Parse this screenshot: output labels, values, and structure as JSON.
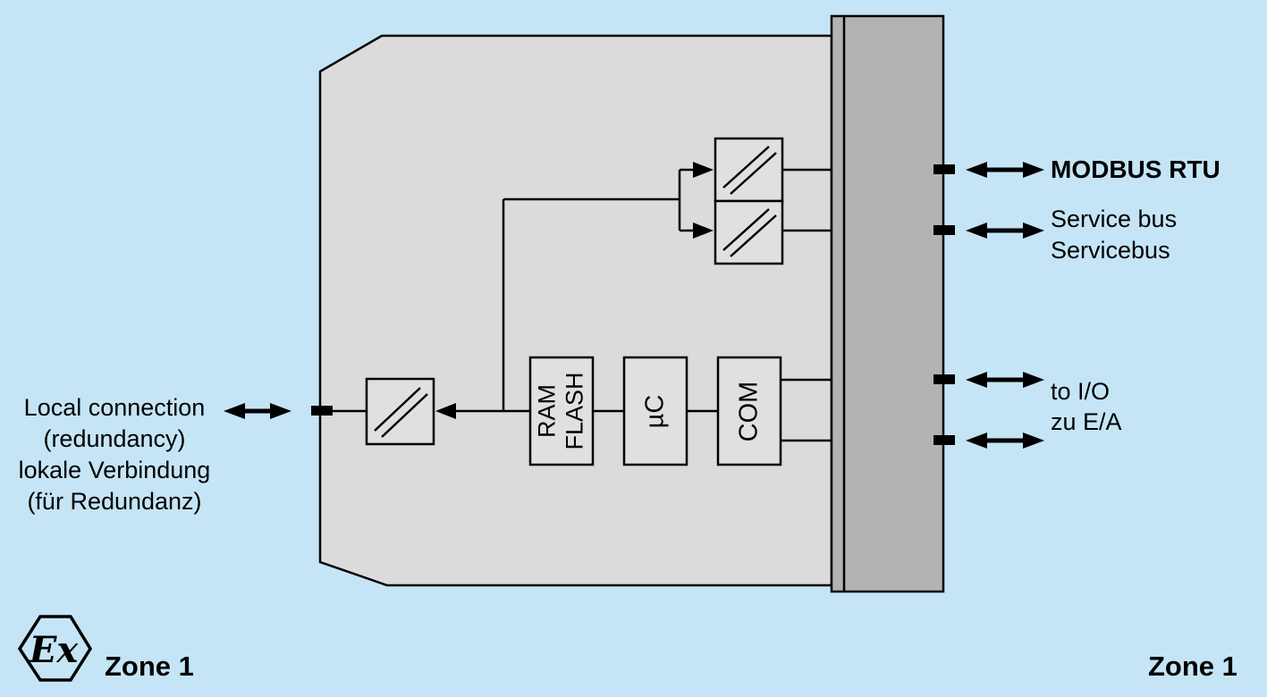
{
  "colors": {
    "background": "#c5e5f6",
    "module_fill": "#dbdbdb",
    "block_fill": "#e0e0e0",
    "bar_fill": "#b3b3b3",
    "line": "#000000"
  },
  "icons": {
    "isolator": "square-with-double-diagonal-slash",
    "ex_mark": "atex-hexagon"
  },
  "module": {
    "blocks": {
      "ram_flash_line1": "RAM",
      "ram_flash_line2": "FLASH",
      "microcontroller": "µC",
      "com": "COM"
    }
  },
  "right_labels": {
    "modbus": "MODBUS RTU",
    "service_bus_en": "Service bus",
    "service_bus_de": "Servicebus",
    "io_en": "to I/O",
    "io_de": "zu E/A"
  },
  "left_labels": {
    "line1": "Local connection",
    "line2": "(redundancy)",
    "line3": "lokale Verbindung",
    "line4": "(für Redundanz)"
  },
  "footer": {
    "ex_mark": "Ex",
    "zone_left": "Zone 1",
    "zone_right": "Zone 1"
  }
}
